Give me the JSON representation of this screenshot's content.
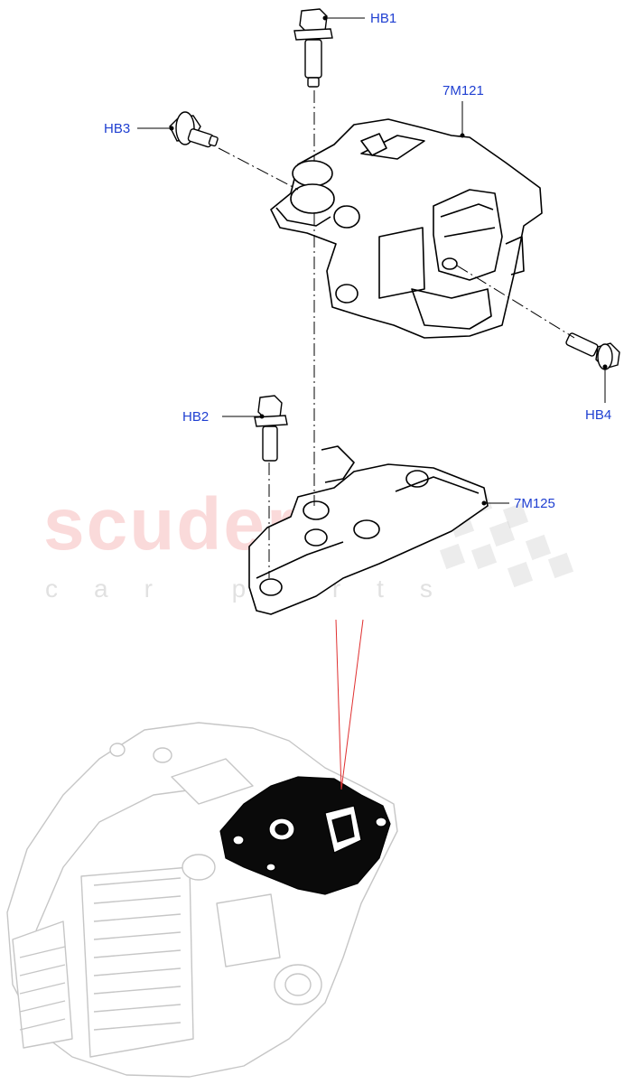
{
  "watermark": {
    "brand": "scuderia",
    "tagline": "car parts"
  },
  "callouts": {
    "hb1": "HB1",
    "hb2": "HB2",
    "hb3": "HB3",
    "hb4": "HB4",
    "m121": "7M121",
    "m125": "7M125"
  },
  "colors": {
    "callout_text": "#1f3fd1",
    "leader_line": "#000000",
    "highlight_line": "#e03030",
    "watermark_red": "#f09696",
    "watermark_grey": "#aaaaaa"
  }
}
